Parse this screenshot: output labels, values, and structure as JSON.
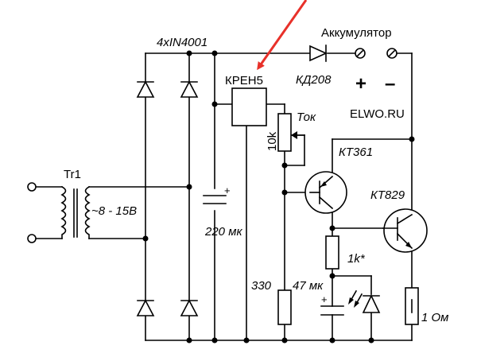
{
  "labels": {
    "diode_bridge": "4xIN4001",
    "regulator": "КРЕН5",
    "diode": "КД208",
    "battery": "Аккумулятор",
    "plus": "+",
    "minus": "–",
    "site": "ELWO.RU",
    "current": "Ток",
    "pot_value": "10k",
    "tr_q1": "КТ361",
    "tr_q2": "КТ829",
    "transformer": "Tr1",
    "voltage": "~8 - 15В",
    "cap_main": "220 мк",
    "r_330": "330",
    "cap_small": "47 мк",
    "r_1k": "1k*",
    "r_1ohm": "1 Ом",
    "cap_plus": "+"
  },
  "colors": {
    "wire": "#000000",
    "arrow": "#e8312a",
    "background": "#ffffff"
  }
}
